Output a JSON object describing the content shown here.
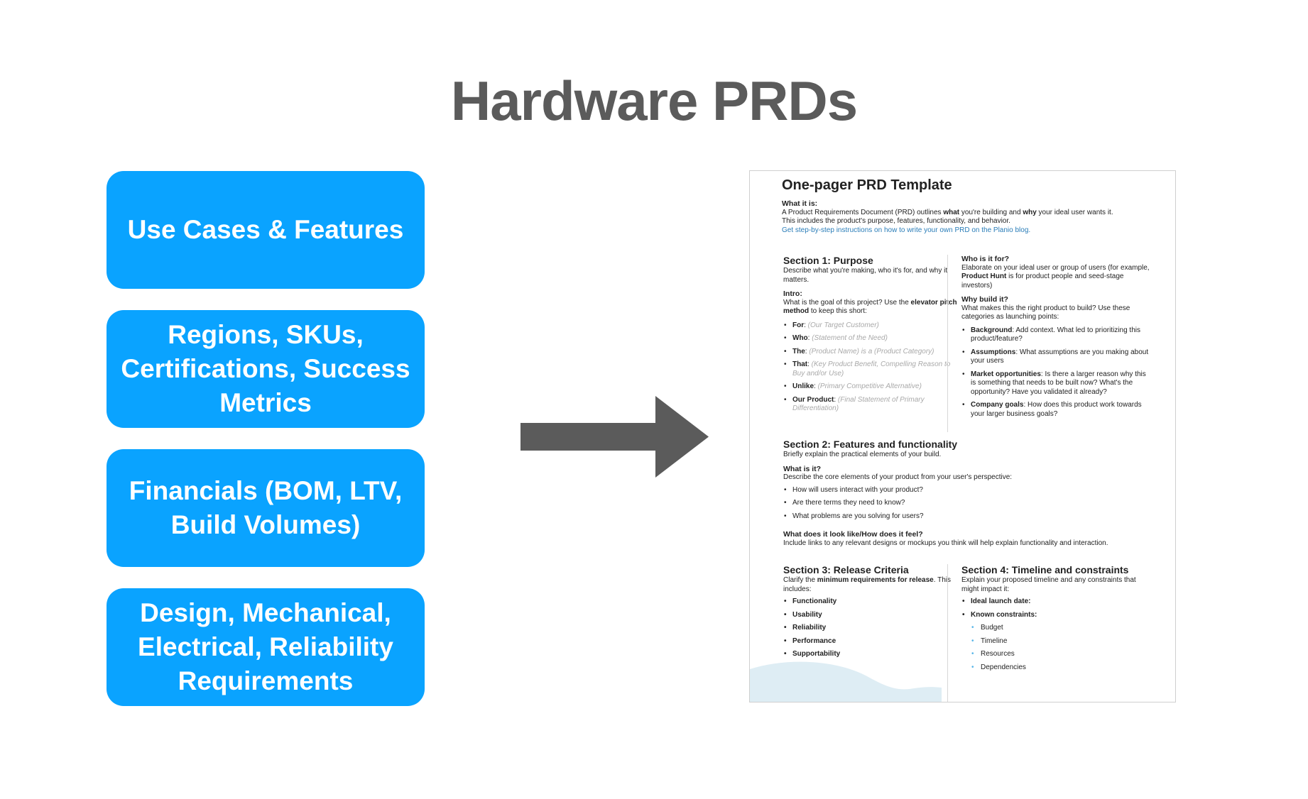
{
  "title": "Hardware PRDs",
  "boxes": [
    {
      "label": "Use Cases & Features"
    },
    {
      "label": "Regions, SKUs, Certifications, Success Metrics"
    },
    {
      "label": "Financials (BOM, LTV, Build Volumes)"
    },
    {
      "label": "Design, Mechanical, Electrical, Reliability Requirements"
    }
  ],
  "colors": {
    "box": "#0aa3ff",
    "title": "#5b5b5b",
    "arrow": "#5b5b5b"
  },
  "doc": {
    "title": "One-pager PRD Template",
    "what_it_is": {
      "heading": "What it is:",
      "line1_a": "A Product Requirements Document (PRD) outlines ",
      "line1_b": "what",
      "line1_c": " you're building and ",
      "line1_d": "why",
      "line1_e": " your ideal user wants it.",
      "line2": "This includes the product's purpose, features, functionality, and behavior.",
      "link": "Get step-by-step instructions on how to write your own PRD on the Planio blog."
    },
    "section1": {
      "title": "Section 1: Purpose",
      "desc": "Describe what you're making, who it's for, and why it matters.",
      "intro_heading": "Intro:",
      "intro_a": "What is the goal of this project? Use the ",
      "intro_b": "elevator pitch method",
      "intro_c": " to keep this short:",
      "pitch": [
        {
          "label": "For",
          "text": "(Our Target Customer)"
        },
        {
          "label": "Who",
          "text": "(Statement of the Need)"
        },
        {
          "label": "The",
          "text": "(Product Name) is a (Product Category)"
        },
        {
          "label": "That",
          "text": "(Key Product Benefit, Compelling Reason to Buy and/or Use)"
        },
        {
          "label": "Unlike",
          "text": "(Primary Competitive Alternative)"
        },
        {
          "label": "Our Product",
          "text": "(Final Statement of Primary Differentiation)"
        }
      ]
    },
    "who": {
      "heading": "Who is it for?",
      "text_a": "Elaborate on your ideal user or group of users (for example, ",
      "text_b": "Product Hunt",
      "text_c": " is for product people and seed-stage investors)"
    },
    "why": {
      "heading": "Why build it?",
      "text": "What makes this the right product to build? Use these categories as launching points:",
      "items": [
        {
          "label": "Background",
          "text": ": Add context. What led to prioritizing this product/feature?"
        },
        {
          "label": "Assumptions",
          "text": ": What assumptions are you making about your users"
        },
        {
          "label": "Market opportunities",
          "text": ": Is there a larger reason why this is something that needs to be built now? What's the opportunity? Have you validated it already?"
        },
        {
          "label": "Company goals",
          "text": ": How does this product work towards your larger business goals?"
        }
      ]
    },
    "section2": {
      "title": "Section 2: Features and functionality",
      "desc": "Briefly explain the practical elements of your build.",
      "q1": "What is it?",
      "q1_text": "Describe the core elements of your product from your user's perspective:",
      "items": [
        {
          "text": "How will users interact with your product?"
        },
        {
          "text": "Are there terms they need to know?"
        },
        {
          "text": "What problems are you solving for users?"
        }
      ],
      "q2": "What does it look like/How does it feel?",
      "q2_text": "Include links to any relevant designs or mockups you think will help explain functionality and interaction."
    },
    "section3": {
      "title": "Section 3: Release Criteria",
      "desc_a": "Clarify the ",
      "desc_b": "minimum requirements for release",
      "desc_c": ". This includes:",
      "items": [
        {
          "text": "Functionality"
        },
        {
          "text": "Usability"
        },
        {
          "text": "Reliability"
        },
        {
          "text": "Performance"
        },
        {
          "text": "Supportability"
        }
      ]
    },
    "section4": {
      "title": "Section 4: Timeline and constraints",
      "desc": "Explain your proposed timeline and any constraints that might impact it:",
      "launch": "Ideal launch date:",
      "constraints": "Known constraints:",
      "sub": [
        {
          "text": "Budget"
        },
        {
          "text": "Timeline"
        },
        {
          "text": "Resources"
        },
        {
          "text": "Dependencies"
        }
      ]
    }
  }
}
